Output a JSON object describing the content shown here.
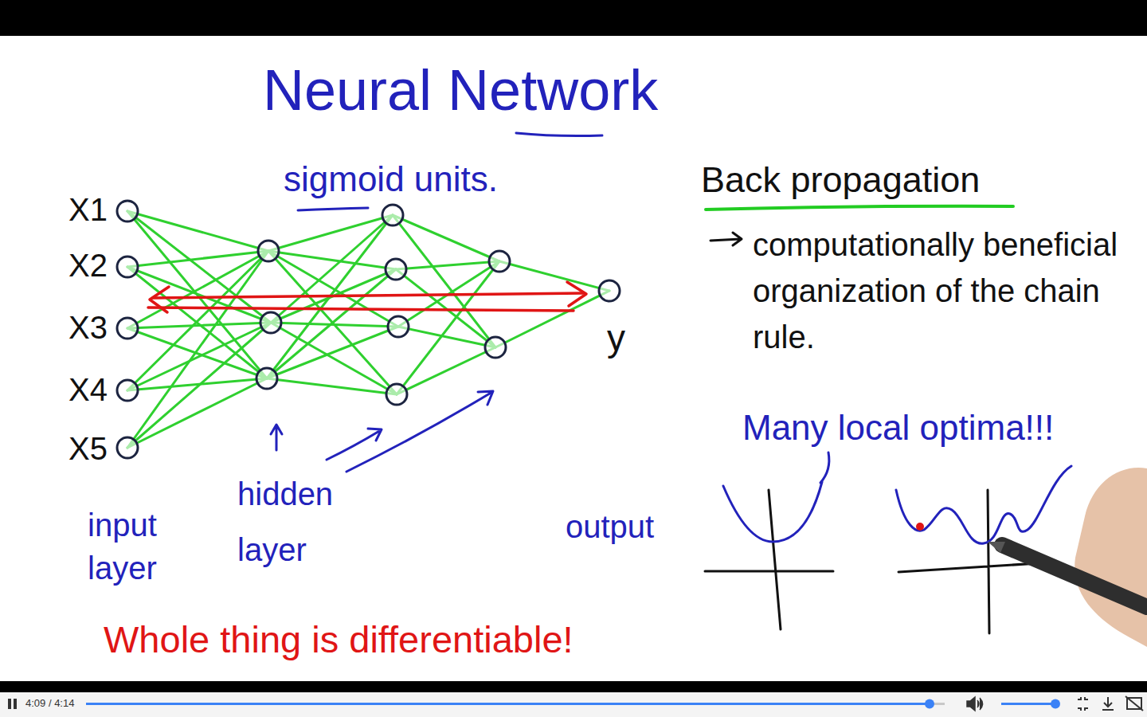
{
  "diagram": {
    "title": "Neural Network",
    "labels": [
      "sigmoid units.",
      "X1",
      "X2",
      "X3",
      "X4",
      "X5",
      "y",
      "input layer",
      "hidden layer",
      "output",
      "Whole thing is differentiable!",
      "Back propagation",
      "computationally beneficial organization of the chain rule.",
      "Many local optima!!!",
      "4:09 / 4:14"
    ]
  }
}
